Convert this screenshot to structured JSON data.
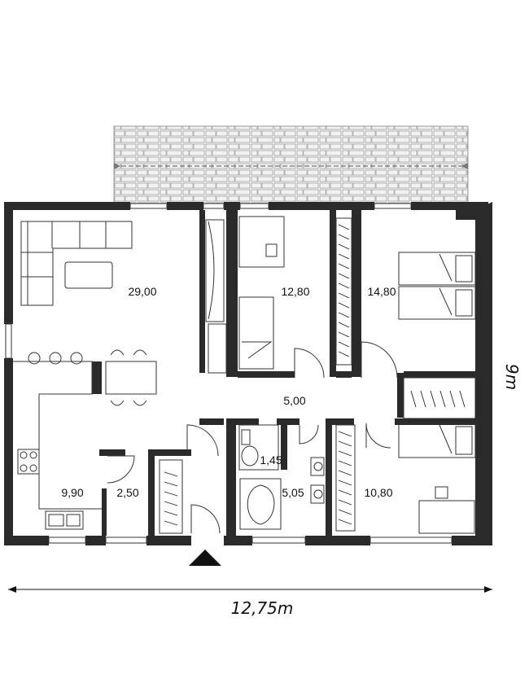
{
  "rooms": [
    {
      "id": "living",
      "area": "29,00"
    },
    {
      "id": "bedroom1",
      "area": "12,80"
    },
    {
      "id": "bedroom2",
      "area": "14,80"
    },
    {
      "id": "hall",
      "area": "5,00"
    },
    {
      "id": "wc",
      "area": "1,45"
    },
    {
      "id": "bathroom",
      "area": "5,05"
    },
    {
      "id": "kitchen",
      "area": "9,90"
    },
    {
      "id": "storage",
      "area": "2,50"
    },
    {
      "id": "bedroom3",
      "area": "10,80"
    }
  ],
  "dimensions": {
    "width": "12,75m",
    "depth": "9m"
  },
  "colors": {
    "wall": "#2a2a2a",
    "line": "#333333",
    "terrace": "#e9e9e9"
  }
}
